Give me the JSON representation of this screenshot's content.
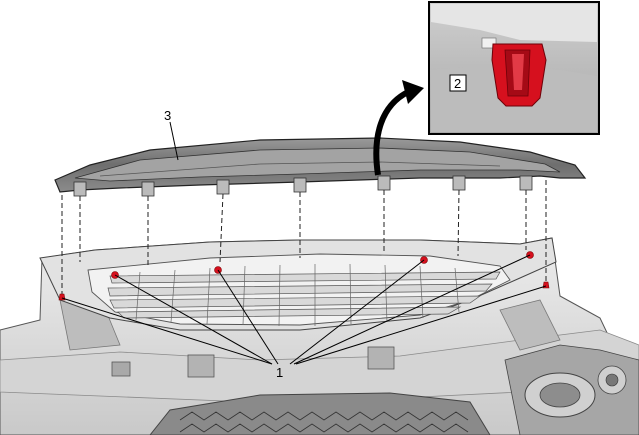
{
  "callouts": {
    "fastener_ref": "1",
    "clip_ref": "2",
    "panel_ref": "3"
  },
  "colors": {
    "highlight": "#d6101e",
    "part_light": "#e6e6e6",
    "part_mid": "#c4c4c4",
    "part_dark": "#6f6f6f",
    "outline": "#333333"
  },
  "icons": [
    "curved-arrow-icon",
    "clip-fastener-icon"
  ]
}
